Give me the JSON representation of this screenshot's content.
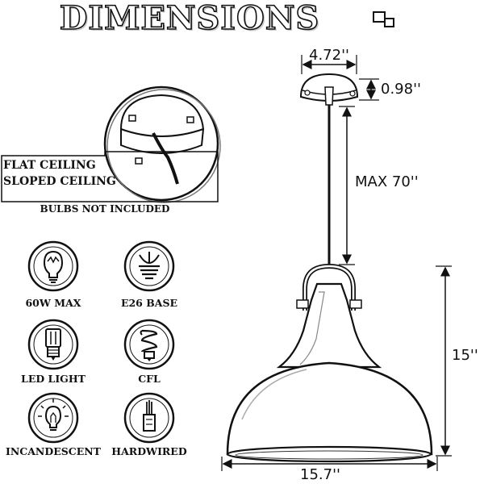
{
  "title": "DIMENSIONS",
  "dimensions": {
    "canopy_width": "4.72''",
    "canopy_height": "0.98''",
    "cord_length": "MAX 70''",
    "shade_height": "15''",
    "shade_width": "15.7''"
  },
  "ceiling": {
    "line1": "FLAT CEILING",
    "line2": "SLOPED CEILING"
  },
  "bulbs_note": "BULBS NOT INCLUDED",
  "specs": [
    {
      "label": "60W MAX",
      "icon": "bulb-60w-icon"
    },
    {
      "label": "E26 BASE",
      "icon": "e26-base-icon"
    },
    {
      "label": "LED LIGHT",
      "icon": "led-bulb-icon"
    },
    {
      "label": "CFL",
      "icon": "cfl-bulb-icon"
    },
    {
      "label": "INCANDESCENT",
      "icon": "incandescent-bulb-icon"
    },
    {
      "label": "HARDWIRED",
      "icon": "hardwired-icon"
    }
  ]
}
